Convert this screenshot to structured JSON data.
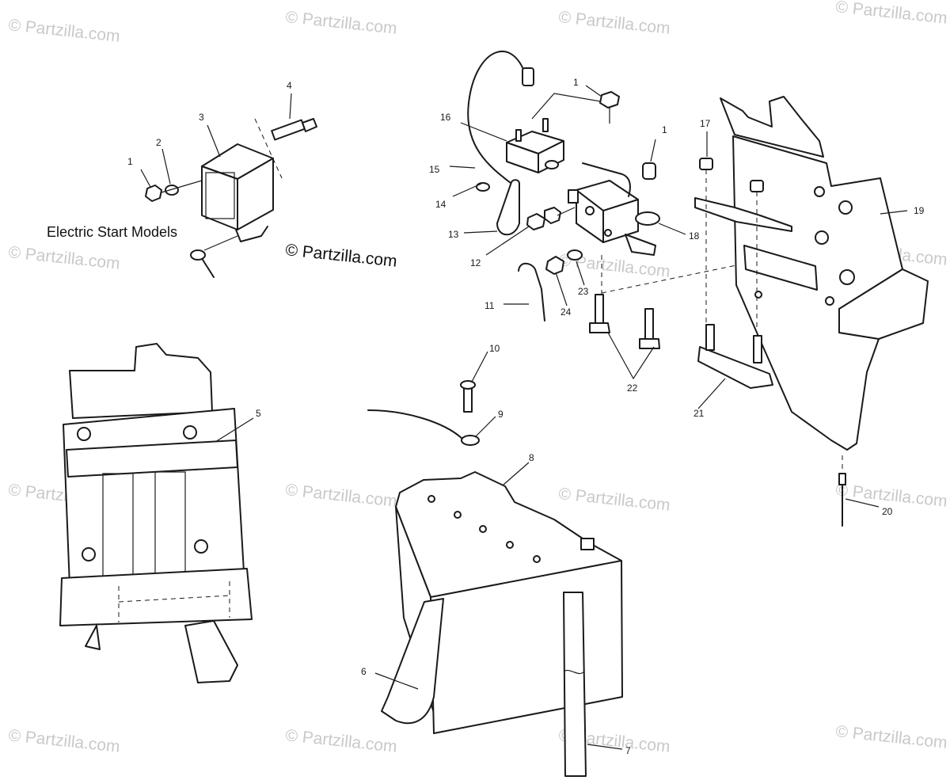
{
  "watermark": "© Partzilla.com",
  "copyright": "© Partzilla.com",
  "caption": "Electric Start Models",
  "callouts": {
    "n1a": "1",
    "n1b": "1",
    "n1c": "1",
    "n2": "2",
    "n3": "3",
    "n4": "4",
    "n5": "5",
    "n6": "6",
    "n7": "7",
    "n8": "8",
    "n9": "9",
    "n10": "10",
    "n11": "11",
    "n12": "12",
    "n13": "13",
    "n14": "14",
    "n15": "15",
    "n16": "16",
    "n17": "17",
    "n18": "18",
    "n19": "19",
    "n20": "20",
    "n21": "21",
    "n22": "22",
    "n23": "23",
    "n24": "24"
  }
}
